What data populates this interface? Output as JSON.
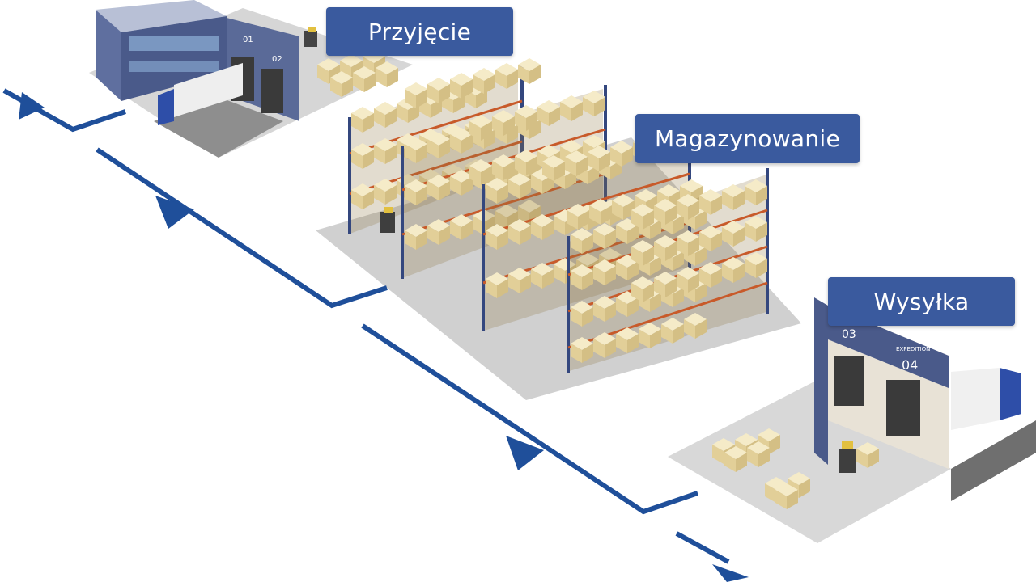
{
  "stages": {
    "receiving": {
      "label": "Przyjęcie"
    },
    "storage": {
      "label": "Magazynowanie"
    },
    "shipping": {
      "label": "Wysyłka"
    }
  },
  "docks": {
    "receiving_1": {
      "number": "01"
    },
    "receiving_2": {
      "number": "02"
    },
    "shipping_3": {
      "number": "03"
    },
    "shipping_4": {
      "number": "04",
      "caption": "EXPEDITION"
    }
  },
  "colors": {
    "flow_line": "#1f4f9a",
    "label_bg": "#3a5a9e",
    "label_text": "#ffffff",
    "box": "#ecdcae",
    "rack_upright": "#34477e",
    "rack_beam": "#c85a2a",
    "floor": "#cfcfcf",
    "building": "#4a5a8a"
  }
}
